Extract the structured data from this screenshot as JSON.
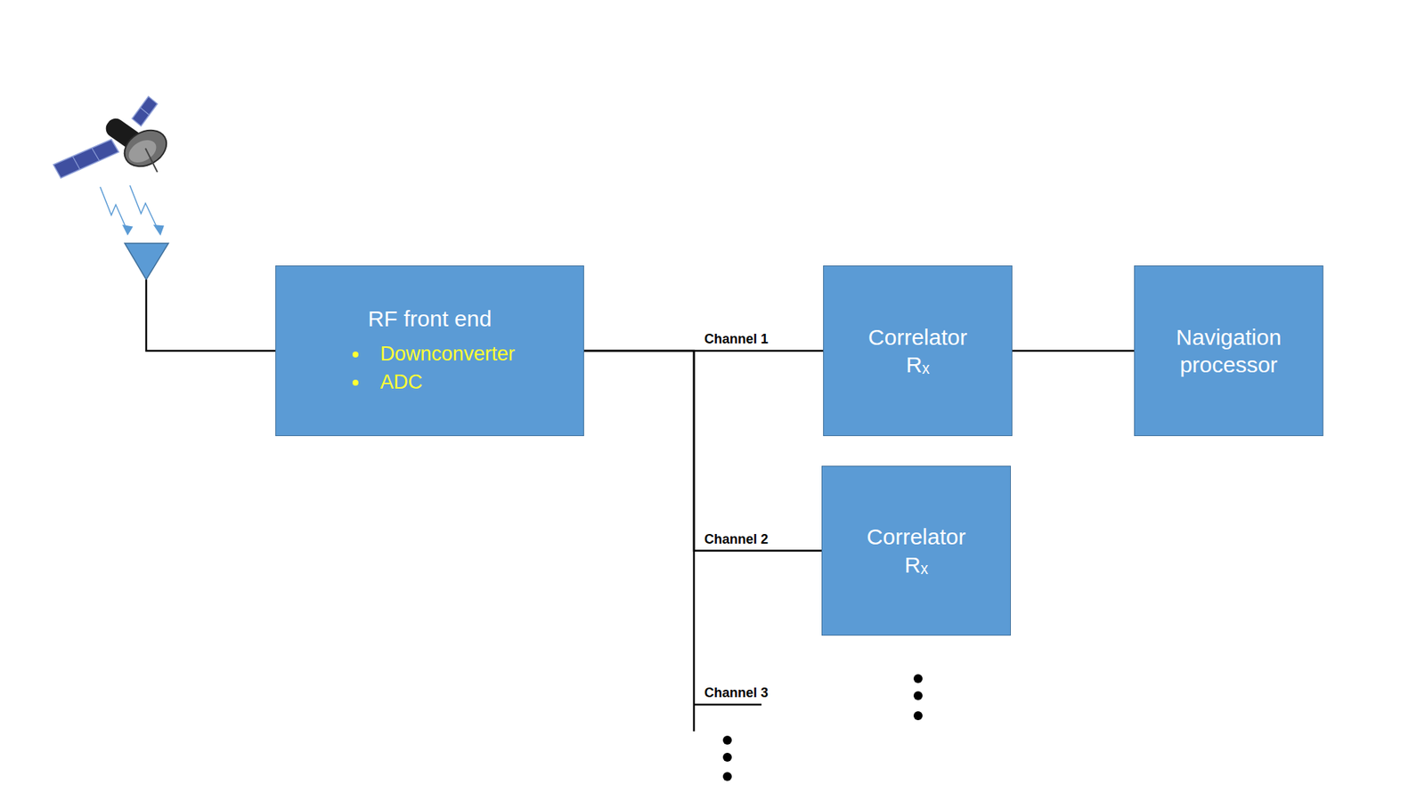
{
  "diagram": {
    "nodes": [
      {
        "text": [
          "RF front end",
          "Downconverter",
          "ADC"
        ]
      },
      {
        "text": [
          "Correlator Rₓ"
        ]
      },
      {
        "text": [
          "Navigation processor"
        ]
      },
      {
        "text": [
          "Correlator Rₓ"
        ]
      }
    ],
    "edges": [
      {
        "from": 0,
        "to": 1,
        "arrow": "none",
        "label": "Channel 1"
      },
      {
        "from": 1,
        "to": 2,
        "arrow": "none"
      },
      {
        "from": 0,
        "to": 3,
        "arrow": "none",
        "label": "Channel 2"
      }
    ],
    "labels": [
      "Channel 3"
    ]
  }
}
